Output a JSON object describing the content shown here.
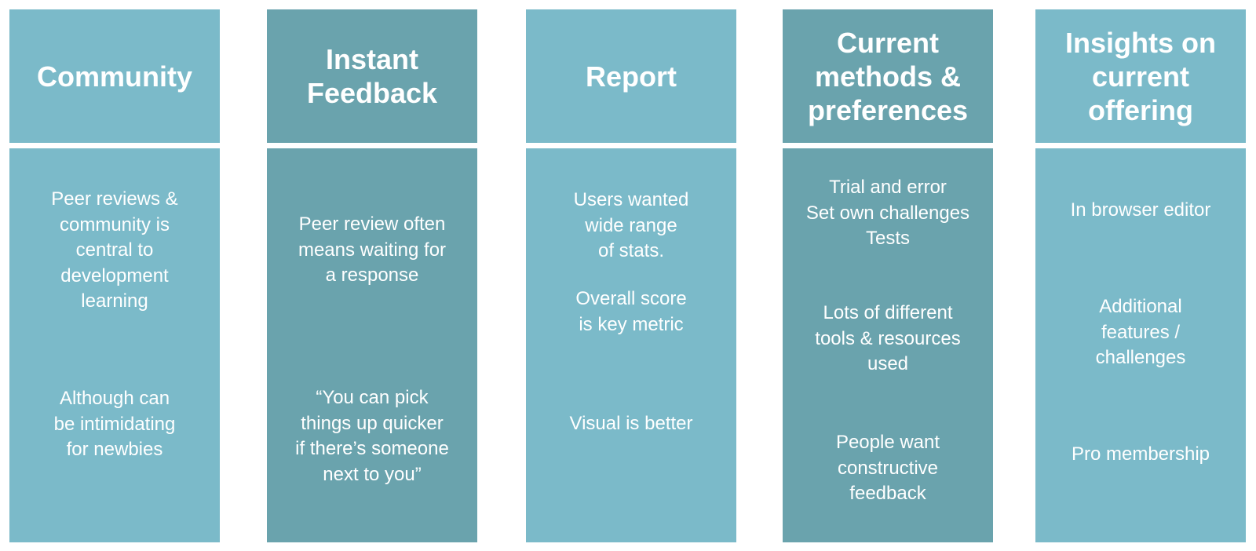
{
  "columns": [
    {
      "title": "Community",
      "tone": "light",
      "notes": [
        "Peer reviews &\ncommunity is\ncentral to\ndevelopment\nlearning",
        "Although can\nbe intimidating\nfor newbies"
      ]
    },
    {
      "title": "Instant\nFeedback",
      "tone": "dark",
      "notes": [
        "Peer review often\nmeans waiting for\na response",
        "“You can pick\nthings up quicker\nif there’s someone\nnext to you”"
      ]
    },
    {
      "title": "Report",
      "tone": "light",
      "notes": [
        "Users wanted\nwide range\nof stats.",
        "Overall score\nis key metric",
        "Visual is better"
      ]
    },
    {
      "title": "Current\nmethods &\npreferences",
      "tone": "dark",
      "notes": [
        "Trial and error\nSet own challenges\nTests",
        "Lots of different\ntools & resources\nused",
        "People want\nconstructive\nfeedback"
      ]
    },
    {
      "title": "Insights on\ncurrent\noffering",
      "tone": "light",
      "notes": [
        "In browser editor",
        "Additional\nfeatures /\nchallenges",
        "Pro membership"
      ]
    }
  ],
  "colors": {
    "light": "#7bbac9",
    "dark": "#6aa3ad",
    "text": "#ffffff",
    "background": "#ffffff"
  }
}
